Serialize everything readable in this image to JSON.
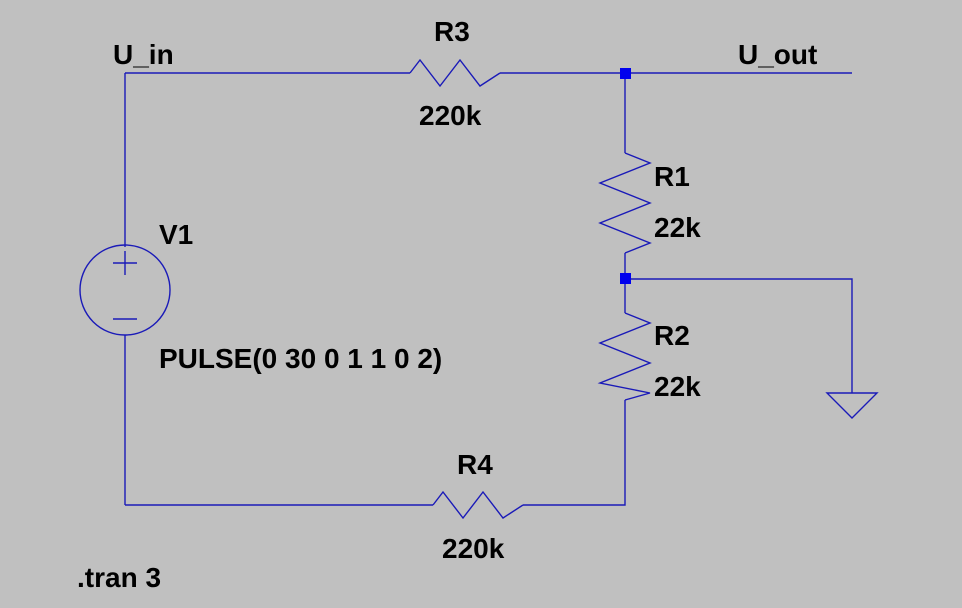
{
  "nets": {
    "input": "U_in",
    "output": "U_out"
  },
  "components": {
    "r3": {
      "name": "R3",
      "value": "220k"
    },
    "r1": {
      "name": "R1",
      "value": "22k"
    },
    "r2": {
      "name": "R2",
      "value": "22k"
    },
    "r4": {
      "name": "R4",
      "value": "220k"
    },
    "v1": {
      "name": "V1",
      "value": "PULSE(0 30 0 1 1 0 2)"
    }
  },
  "directive": ".tran 3",
  "colors": {
    "background": "#c0c0c0",
    "wire": "#1a1ab8",
    "junction": "#0000ee",
    "text": "#000000"
  }
}
